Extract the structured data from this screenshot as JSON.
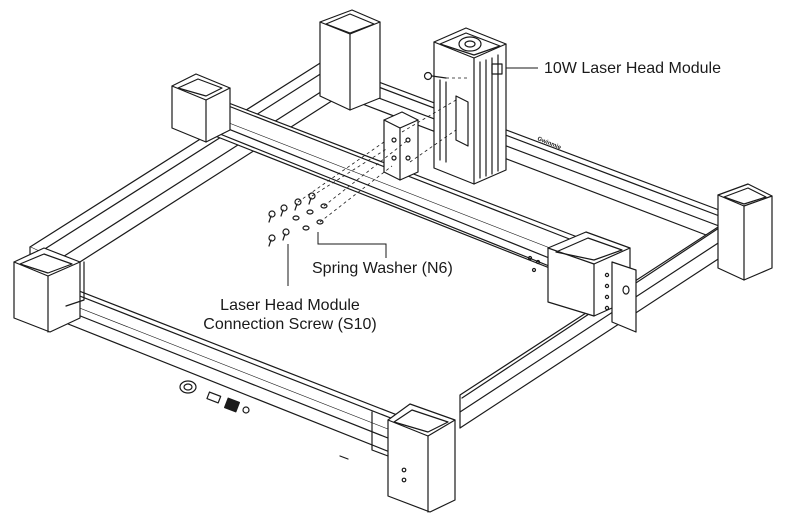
{
  "labels": {
    "laser_head_module": "10W Laser Head Module",
    "spring_washer": "Spring Washer (N6)",
    "connection_screw_line1": "Laser Head Module",
    "connection_screw_line2": "Connection Screw (S10)"
  },
  "brand_text": "Gwinmie",
  "colors": {
    "line": "#1a1a1a",
    "frame_shadow": "#cfcfcf",
    "background": "#ffffff"
  }
}
